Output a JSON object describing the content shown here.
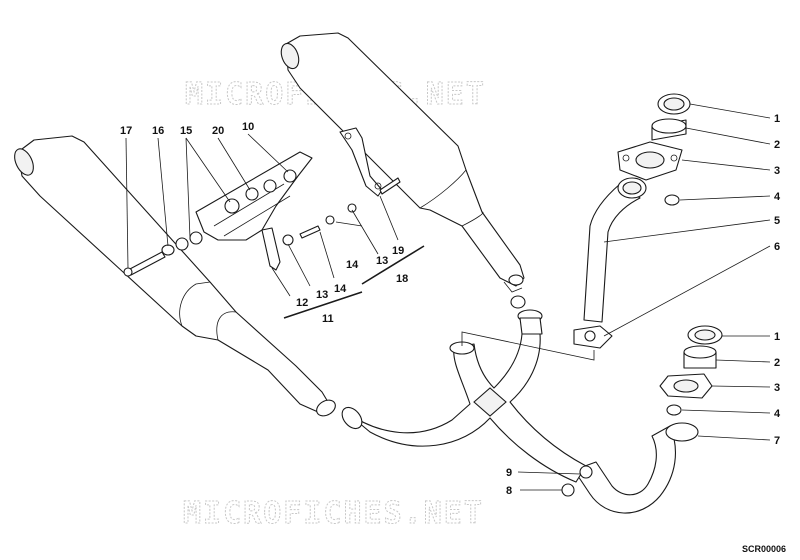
{
  "watermark": {
    "text_top": "MICROFICHES.NET",
    "text_bottom": "MICROFICHES.NET"
  },
  "drawing_code": "SCR00006",
  "callouts": {
    "c17": "17",
    "c16": "16",
    "c15": "15",
    "c20": "20",
    "c10": "10",
    "c12": "12",
    "c13a": "13",
    "c14a": "14",
    "c11": "11",
    "c14b": "14",
    "c13b": "13",
    "c19": "19",
    "c18": "18",
    "r1": "1",
    "r2": "2",
    "r3": "3",
    "r4": "4",
    "r5": "5",
    "r6": "6",
    "l1": "1",
    "l2": "2",
    "l3": "3",
    "l4": "4",
    "l7": "7",
    "b9": "9",
    "b8": "8"
  }
}
